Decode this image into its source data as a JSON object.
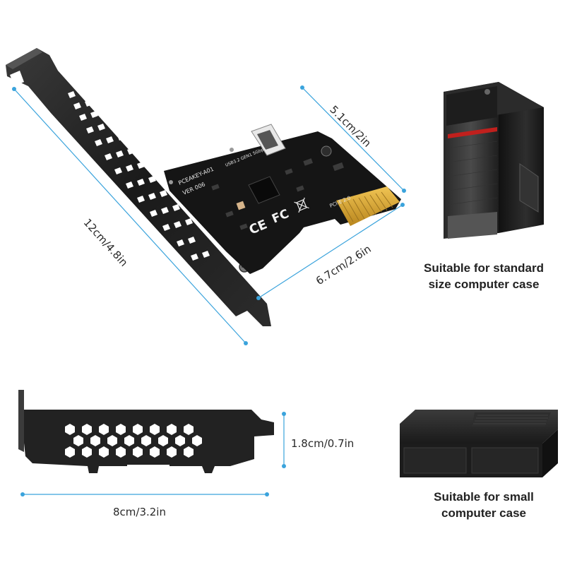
{
  "dimensions": {
    "bracket_height": "12cm/4.8in",
    "card_height": "5.1cm/2in",
    "card_length": "6.7cm/2.6in",
    "lp_bracket_width": "8cm/3.2in",
    "lp_bracket_height": "1.8cm/0.7in"
  },
  "captions": {
    "standard_line1": "Suitable for standard",
    "standard_line2": "size computer case",
    "small_line1": "Suitable for small",
    "small_line2": "computer case"
  },
  "board_markings": {
    "model": "PCEAKEY-A01",
    "version": "VER 006",
    "usb": "USB3.2 GEN1 5Gbps",
    "pcie": "PCI-E 2.0",
    "ce": "CE",
    "fc": "FC"
  },
  "colors": {
    "dimension_line": "#3aa3dc",
    "bracket": "#1b1b1b",
    "pcb": "#141414",
    "gold_fingers": "#d8a532",
    "case_red_stripe": "#c0201d"
  }
}
